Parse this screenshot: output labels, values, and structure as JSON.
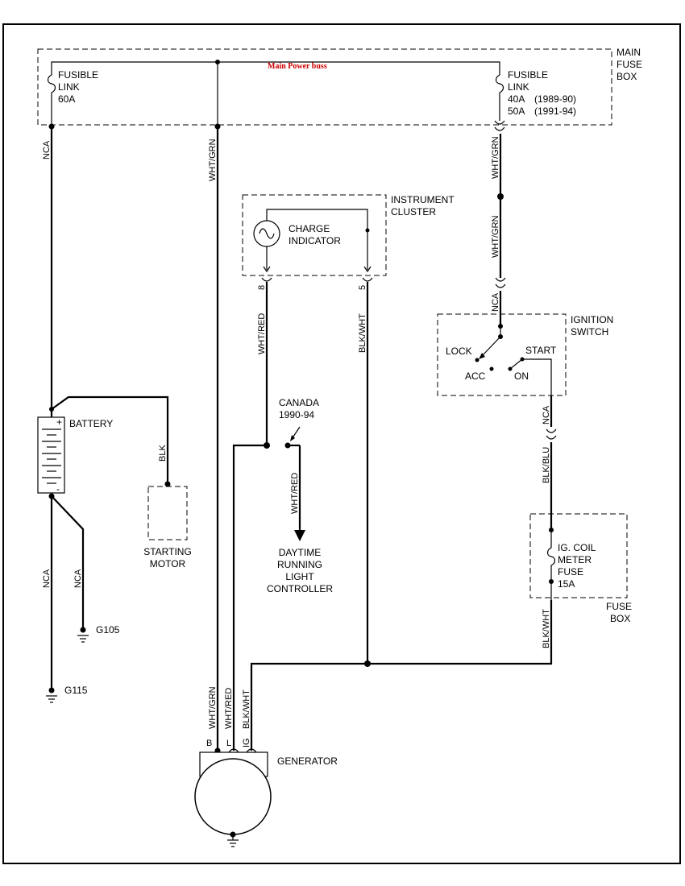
{
  "main_fuse_box": {
    "line1": "MAIN",
    "line2": "FUSE",
    "line3": "BOX"
  },
  "main_power_buss": "Main Power buss",
  "fusible_link_60": {
    "line1": "FUSIBLE",
    "line2": "LINK",
    "line3": "60A"
  },
  "fusible_link_40": {
    "line1": "FUSIBLE",
    "line2": "LINK",
    "line3a": "40A",
    "line3b": "(1989-90)",
    "line4a": "50A",
    "line4b": "(1991-94)"
  },
  "instrument_cluster": {
    "line1": "INSTRUMENT",
    "line2": "CLUSTER"
  },
  "charge_indicator": {
    "line1": "CHARGE",
    "line2": "INDICATOR"
  },
  "pins": {
    "p8": "8",
    "p5": "5"
  },
  "ignition_switch": {
    "line1": "IGNITION",
    "line2": "SWITCH",
    "lock": "LOCK",
    "start": "START",
    "acc": "ACC",
    "on": "ON"
  },
  "battery": "BATTERY",
  "battery_plus": "+",
  "battery_minus": "-",
  "starting_motor": {
    "line1": "STARTING",
    "line2": "MOTOR"
  },
  "canada": {
    "line1": "CANADA",
    "line2": "1990-94"
  },
  "drl": {
    "line1": "DAYTIME",
    "line2": "RUNNING",
    "line3": "LIGHT",
    "line4": "CONTROLLER"
  },
  "fuse_box": {
    "line1": "FUSE",
    "line2": "BOX"
  },
  "ig_coil_fuse": {
    "line1": "IG. COIL",
    "line2": "METER",
    "line3": "FUSE",
    "line4": "15A"
  },
  "grounds": {
    "g105": "G105",
    "g115": "G115"
  },
  "generator": {
    "name": "GENERATOR",
    "term_b": "B",
    "term_l": "L",
    "term_ig": "IG"
  },
  "wire_colors": {
    "nca": "NCA",
    "wht_grn": "WHT/GRN",
    "wht_red": "WHT/RED",
    "blk_wht": "BLK/WHT",
    "blk": "BLK",
    "blk_blu": "BLK/BLU"
  }
}
